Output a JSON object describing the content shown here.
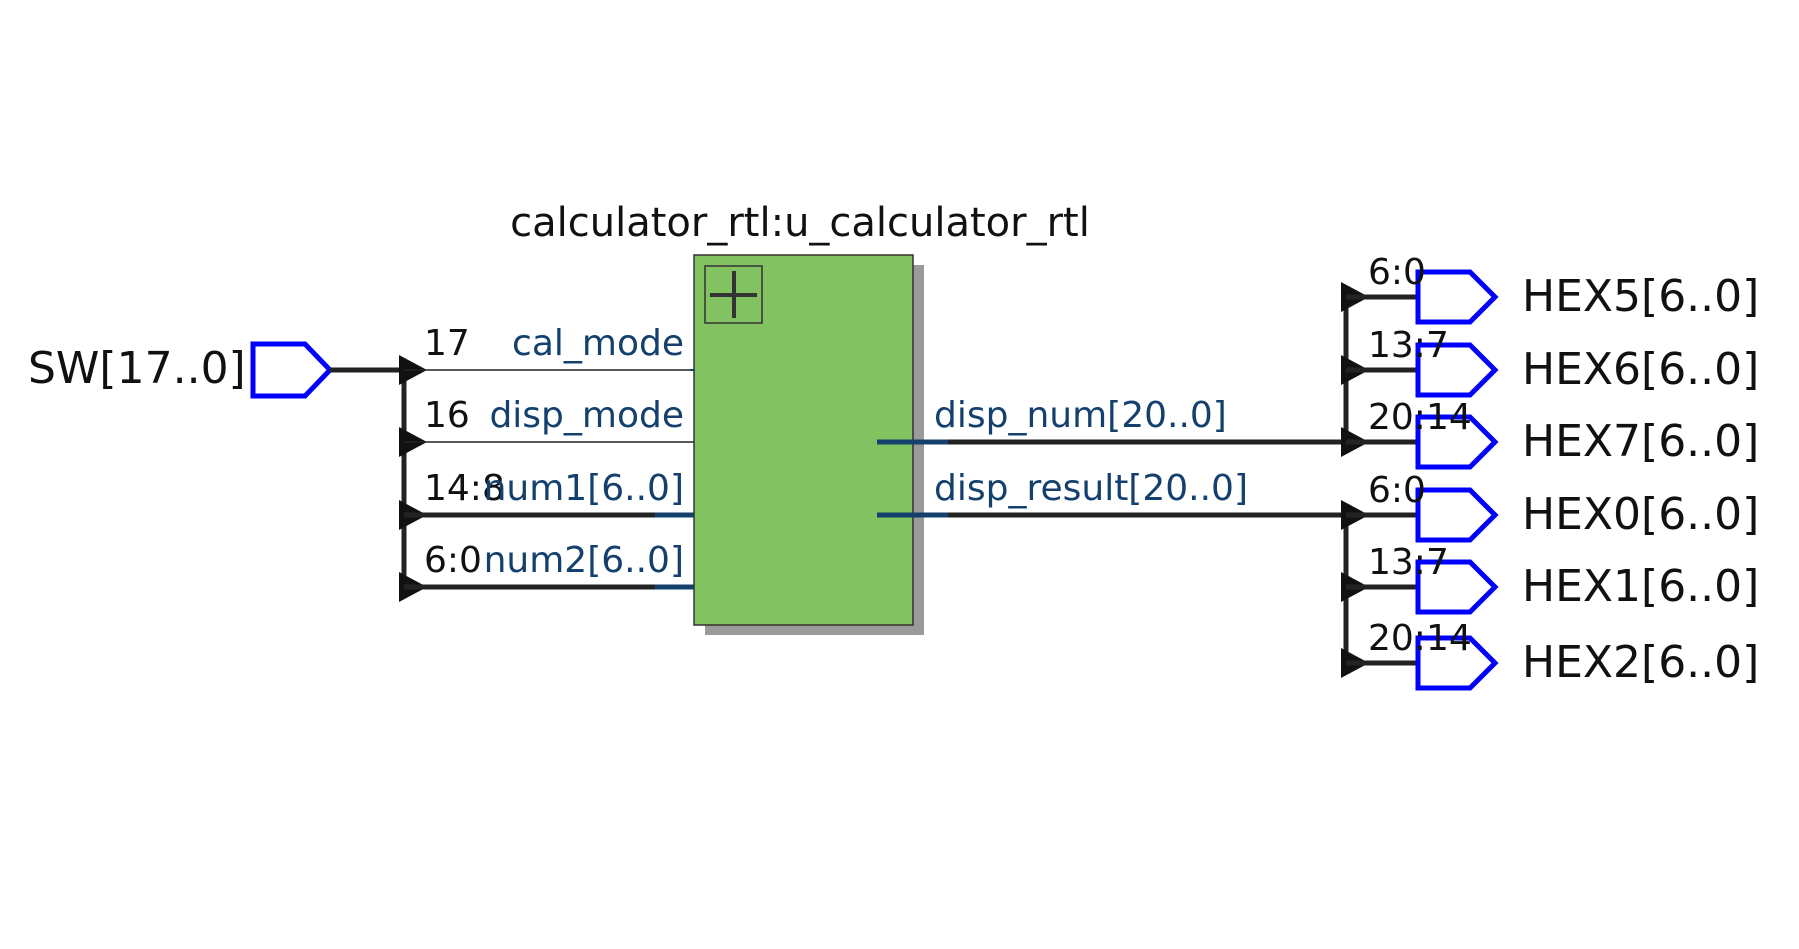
{
  "input_port": {
    "name": "SW[17..0]",
    "color": "#0000ff"
  },
  "module": {
    "title": "calculator_rtl:u_calculator_rtl",
    "fill": "#82c260",
    "inputs": [
      {
        "name": "cal_mode",
        "bits": "17"
      },
      {
        "name": "disp_mode",
        "bits": "16"
      },
      {
        "name": "num1[6..0]",
        "bits": "14:8"
      },
      {
        "name": "num2[6..0]",
        "bits": "6:0"
      }
    ],
    "outputs": [
      {
        "name": "disp_num[20..0]"
      },
      {
        "name": "disp_result[20..0]"
      }
    ]
  },
  "output_ports": [
    {
      "name": "HEX5[6..0]",
      "bits": "6:0"
    },
    {
      "name": "HEX6[6..0]",
      "bits": "13:7"
    },
    {
      "name": "HEX7[6..0]",
      "bits": "20:14"
    },
    {
      "name": "HEX0[6..0]",
      "bits": "6:0"
    },
    {
      "name": "HEX1[6..0]",
      "bits": "13:7"
    },
    {
      "name": "HEX2[6..0]",
      "bits": "20:14"
    }
  ]
}
